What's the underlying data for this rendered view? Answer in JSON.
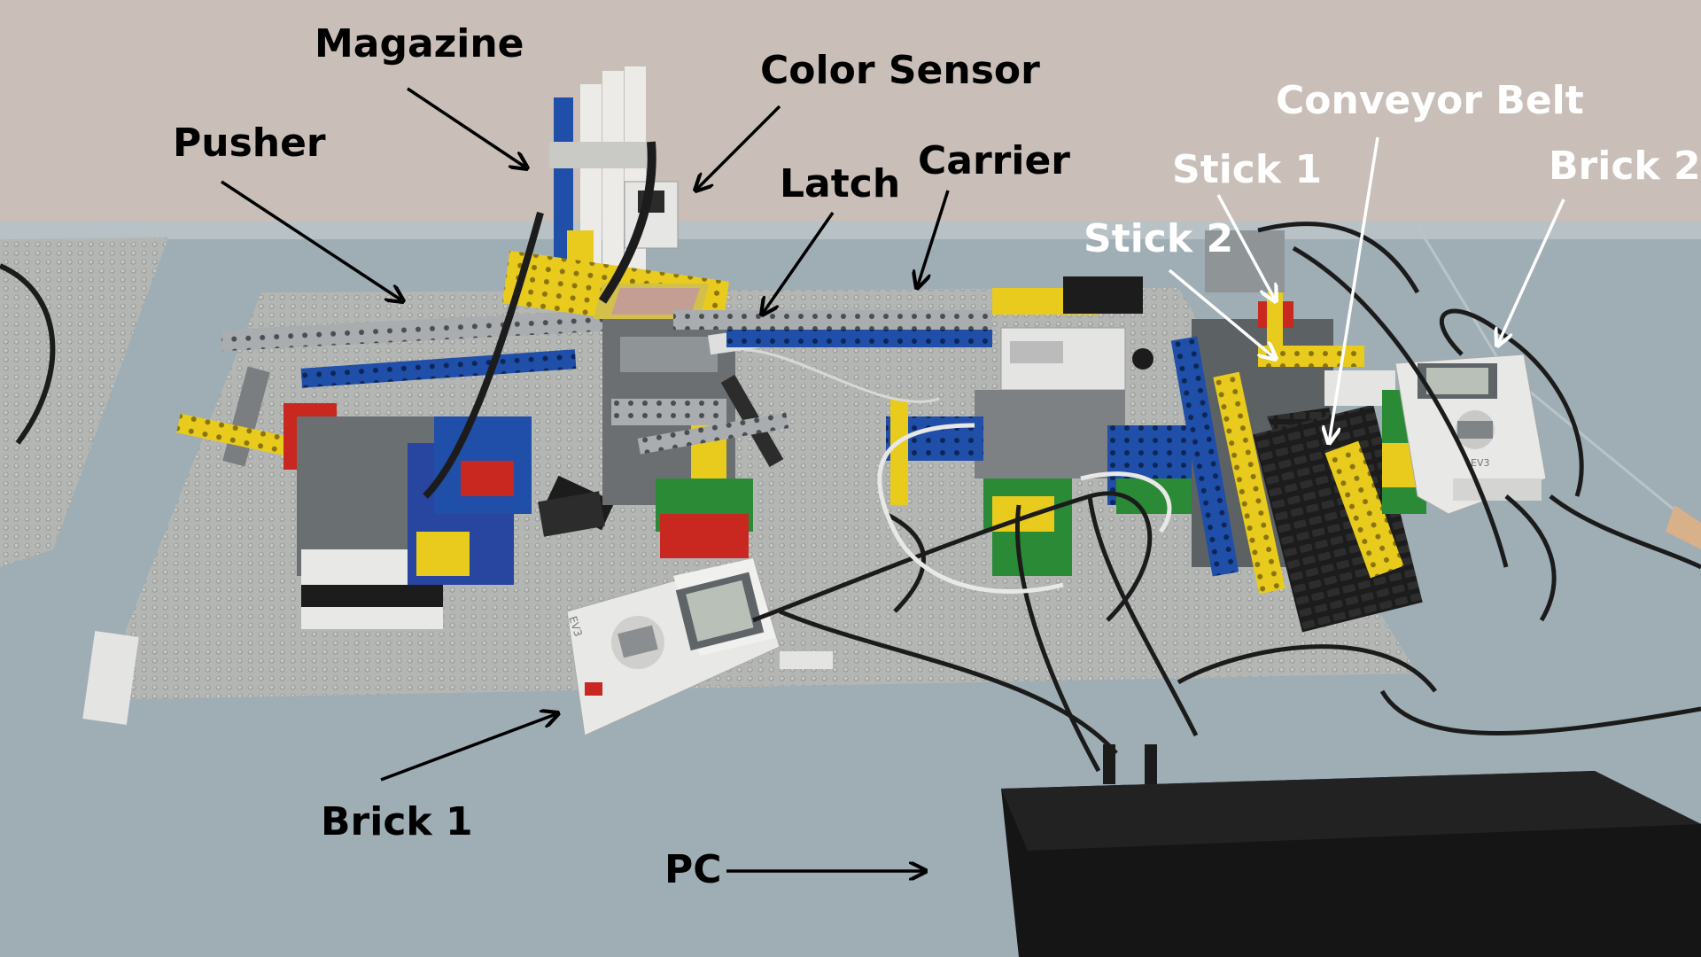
{
  "labels": {
    "magazine": "Magazine",
    "color_sensor": "Color Sensor",
    "pusher": "Pusher",
    "latch": "Latch",
    "carrier": "Carrier",
    "conveyor_belt": "Conveyor Belt",
    "stick_1": "Stick 1",
    "stick_2": "Stick 2",
    "brick_2": "Brick 2",
    "brick_1": "Brick 1",
    "pc": "PC"
  },
  "brick_markings": {
    "brick_1": "EV3",
    "brick_2": "EV3"
  },
  "colors": {
    "wall": "#c9bfb8",
    "table": "#9fadb5",
    "baseplate": "#b4b6b4",
    "lego_yellow": "#e8cb1c",
    "lego_blue": "#1f4fa8",
    "lego_red": "#c82820",
    "lego_green": "#2b8a36",
    "lego_gray": "#8f9496",
    "ev3_white": "#e8e8e6",
    "pc_black": "#151515",
    "dark_label": "#000000",
    "light_label": "#ffffff"
  }
}
